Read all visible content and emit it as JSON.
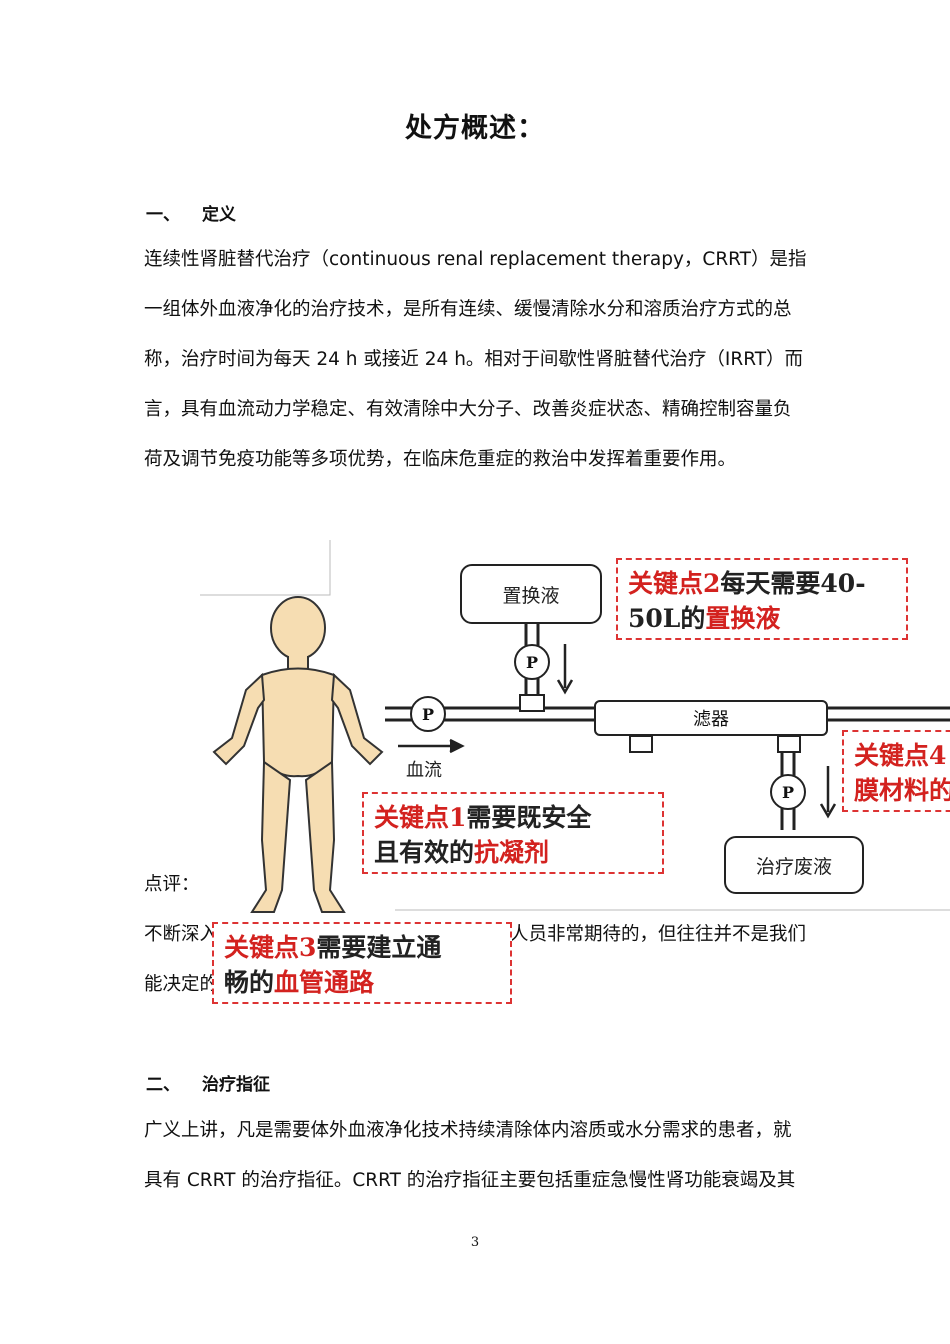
{
  "title": "处方概述：",
  "section1": {
    "number": "一、",
    "heading": "定义",
    "lines": [
      "连续性肾脏替代治疗（continuous renal replacement therapy，CRRT）是指",
      "一组体外血液净化的治疗技术，是所有连续、缓慢清除水分和溶质治疗方式的总",
      "称，治疗时间为每天 24 h 或接近 24 h。相对于间歇性肾脏替代治疗（IRRT）而",
      "言，具有血流动力学稳定、有效清除中大分子、改善炎症状态、精确控制容量负",
      "荷及调节免疫功能等多项优势，在临床危重症的救治中发挥着重要作用。"
    ]
  },
  "diagram": {
    "replacement_fluid": "置换液",
    "filter": "滤器",
    "waste_fluid": "治疗废液",
    "blood_flow": "血流",
    "pump_label": "P",
    "callout2": {
      "key": "关键点2",
      "text1": "每天需要40-",
      "text2a": "50L的",
      "text2b": "置换液"
    },
    "callout4": {
      "key": "关键点4",
      "text1": "膜材料的"
    },
    "callout1": {
      "key": "关键点1",
      "text1": "需要既安全",
      "text2a": "且有效的",
      "text2b": "抗凝剂"
    },
    "callout3": {
      "key": "关键点3",
      "text1": "需要建立通",
      "text2a": "畅的",
      "text2b": "血管通路"
    }
  },
  "comment": {
    "label": "点评：",
    "line1_left": "不断深入",
    "line1_right": "人员非常期待的，但往往并不是我们",
    "line2_left": "能决定的"
  },
  "section2": {
    "number": "二、",
    "heading": "治疗指征",
    "lines": [
      "广义上讲，凡是需要体外血液净化技术持续清除体内溶质或水分需求的患者，就",
      "具有 CRRT 的治疗指征。CRRT 的治疗指征主要包括重症急慢性肾功能衰竭及其"
    ]
  },
  "page_number": "3"
}
